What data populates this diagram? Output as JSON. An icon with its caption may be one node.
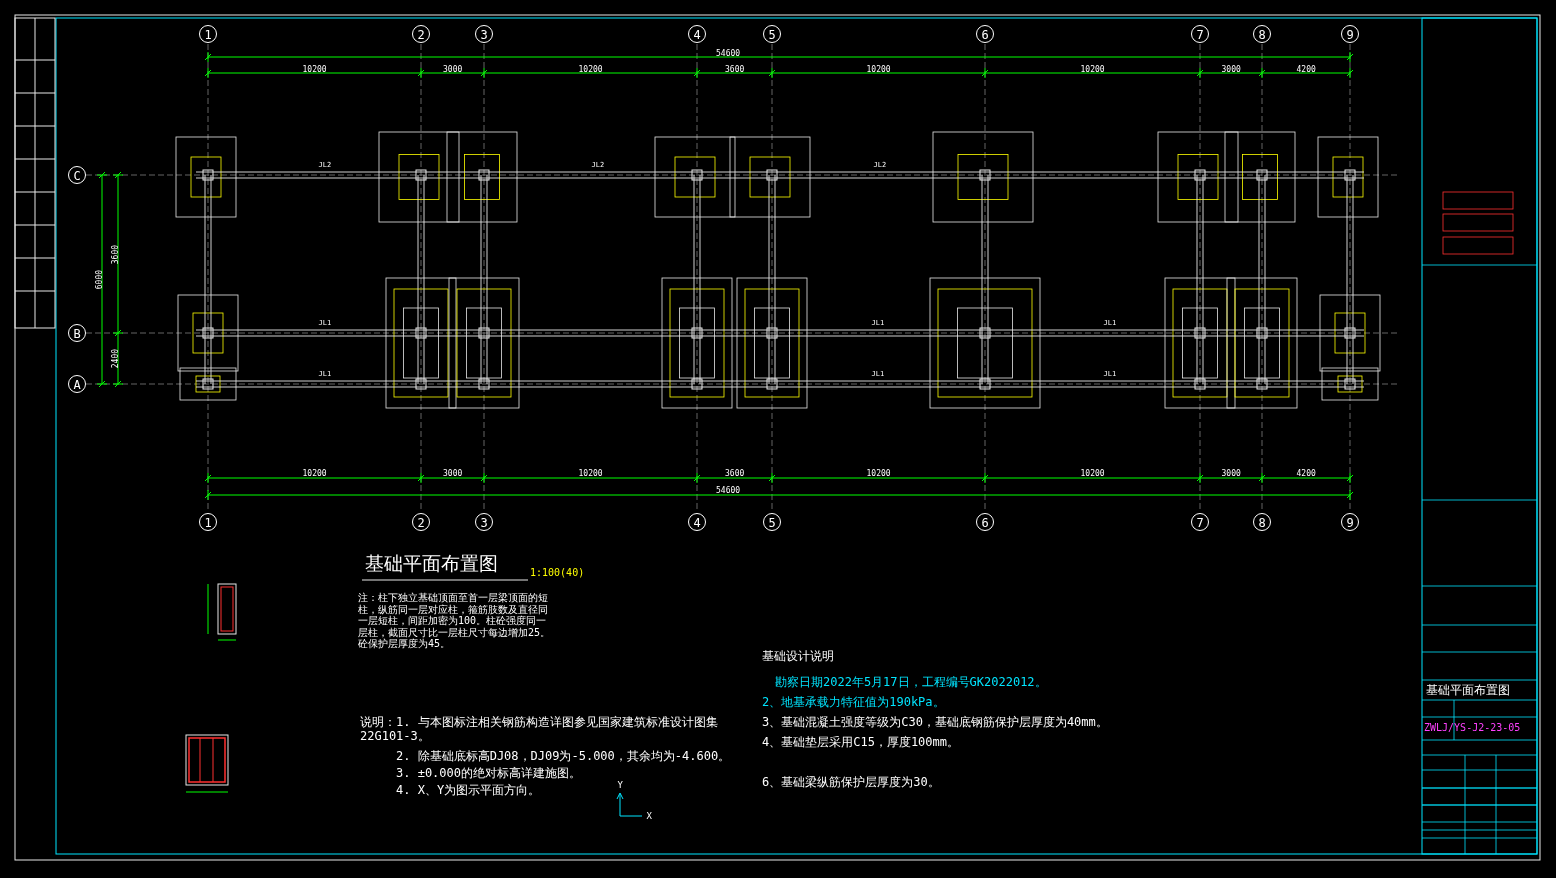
{
  "diagram": {
    "title": "基础平面布置图",
    "labels": [
      "1",
      "2",
      "3",
      "4",
      "5",
      "6",
      "7",
      "8",
      "9",
      "54600",
      "10200",
      "3000",
      "10200",
      "3600",
      "10200",
      "10200",
      "3000",
      "4200",
      "C",
      "B",
      "A",
      "6000",
      "3600",
      "2400",
      "JL2",
      "JL2",
      "JL2",
      "JL1",
      "JL1",
      "JL1",
      "JL1",
      "JL1",
      "JL1",
      "10200",
      "3000",
      "10200",
      "3600",
      "10200",
      "10200",
      "3000",
      "4200",
      "54600",
      "1",
      "2",
      "3",
      "4",
      "5",
      "6",
      "7",
      "8",
      "9",
      "1:100(40)",
      "注：柱下独立基础顶面至首一层梁顶面的短柱，纵筋同一层对应柱，箍筋肢数及直径同一层短柱，间距加密为100。柱砼强度同一层柱，截面尺寸比一层柱尺寸每边增加25。砼保护层厚度为45。",
      "说明：1. 与本图标注相关钢筋构造详图参见国家建筑标准设计图集22G101-3。",
      "2. 除基础底标高DJ08，DJ09为-5.000，其余均为-4.600。",
      "3. ±0.000的绝对标高详建施图。",
      "4. X、Y为图示平面方向。",
      "Y",
      "X",
      "基础设计说明",
      "勘察日期2022年5月17日，工程编号GK2022012。",
      "2、地基承载力特征值为190kPa。",
      "3、基础混凝土强度等级为C30，基础底钢筋保护层厚度为40mm。",
      "4、基础垫层采用C15，厚度100mm。",
      "6、基础梁纵筋保护层厚度为30。",
      "基础平面布置图",
      "ZWLJ/YS-J2-23-05"
    ]
  }
}
